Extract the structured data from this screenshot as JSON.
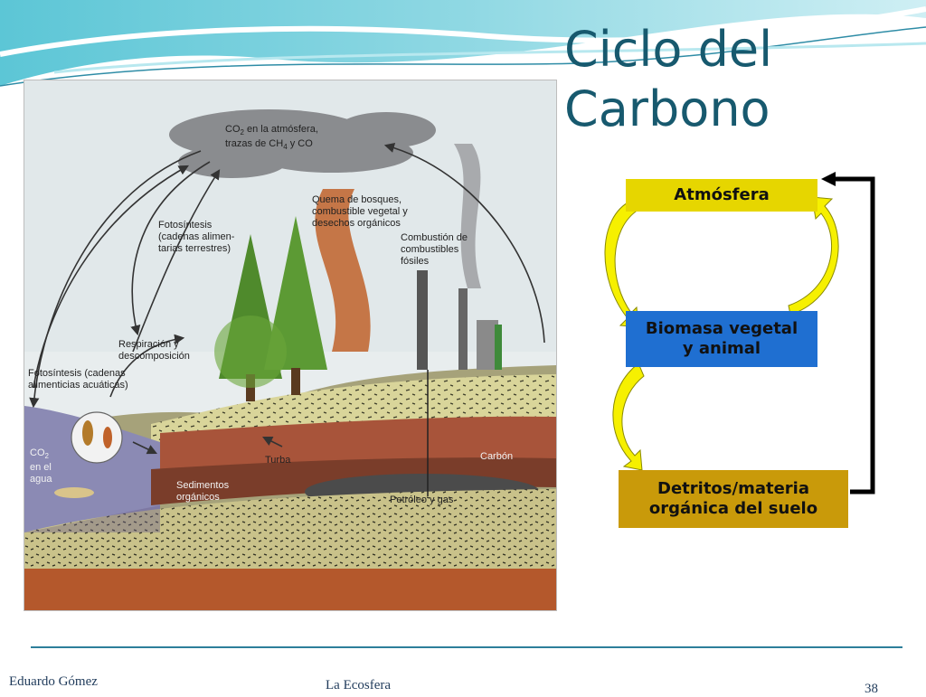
{
  "slide": {
    "title_lines": [
      "Ciclo del",
      "Carbono"
    ],
    "footer": {
      "author": "Eduardo Gómez",
      "topic": "La Ecosfera",
      "page": "38"
    }
  },
  "colors": {
    "title": "#17596e",
    "atmosfera_box": "#e6d600",
    "biomasa_box": "#1f6fd1",
    "detritos_box": "#c99a0a",
    "arrow_yellow": "#f6f000",
    "arrow_black": "#000000"
  },
  "illustration": {
    "labels": {
      "atmosphere": [
        "CO",
        "2",
        " en la atmósfera,\ntrazas de CH",
        "4",
        " y CO"
      ],
      "forest_burning": "Quema de bosques,\ncombustible vegetal y\ndesechos orgánicos",
      "fossil_combustion": "Combustión de\ncombustibles\nfósiles",
      "land_photosynthesis": "Fotosíntesis\n(cadenas alimen-\ntarias terrestres)",
      "respiration": "Respiración y\ndescomposición",
      "aquatic_photosynthesis": "Fotosíntesis (cadenas\nalimenticias acuáticas)",
      "co2_water": [
        "CO",
        "2",
        "\nen el\nagua"
      ],
      "peat": "Turba",
      "coal": "Carbón",
      "sediments": "Sedimentos\norgánicos",
      "oil_gas": "Petróleo y gas"
    }
  },
  "flow": {
    "atmosfera": "Atmósfera",
    "biomasa": "Biomasa vegetal\ny animal",
    "detritos": "Detritos/materia\norgánica del suelo"
  }
}
